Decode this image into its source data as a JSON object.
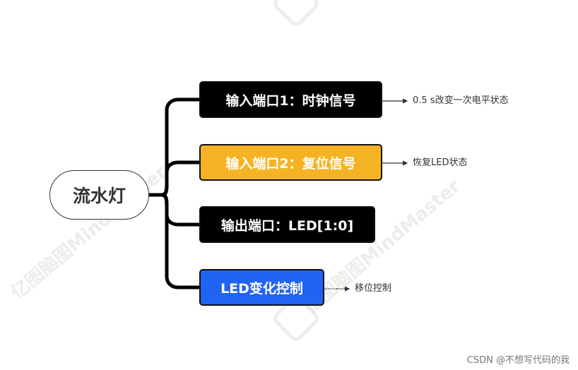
{
  "root": {
    "label": "流水灯"
  },
  "branches": [
    {
      "label": "输入端口1：时钟信号",
      "bg": "#000000",
      "fg": "#ffffff",
      "note": "0.5 s改变一次电平状态"
    },
    {
      "label": "输入端口2：复位信号",
      "bg": "#F5B324",
      "fg": "#ffffff",
      "note": "恢复LED状态"
    },
    {
      "label": "输出端口：LED[1:0]",
      "bg": "#000000",
      "fg": "#ffffff",
      "note": ""
    },
    {
      "label": "LED变化控制",
      "bg": "#2163F2",
      "fg": "#ffffff",
      "note": "移位控制"
    }
  ],
  "watermark": "亿图脑图MindMaster",
  "footer": "CSDN @不想写代码的我"
}
